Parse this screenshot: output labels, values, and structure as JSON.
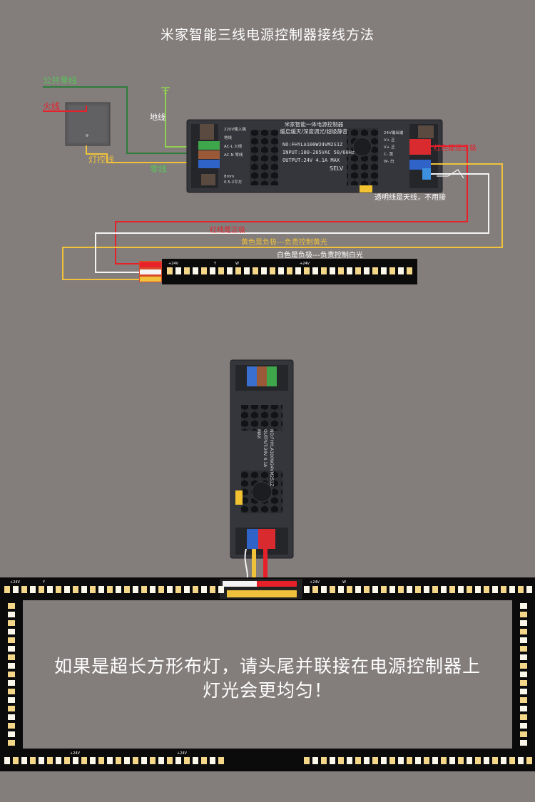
{
  "title": "米家智能三线电源控制器接线方法",
  "wall_labels": {
    "common_neutral": "公共零线",
    "live": "火线",
    "light_control": "灯控线",
    "neutral": "零线",
    "ground": "地线"
  },
  "controller": {
    "name": "米家智能一体电源控制器",
    "features": "缓启缓灭/深度调光/超级静音",
    "model": "NO:FHYLA100W24VM2S1Z",
    "input": "INPUT:180-265VAC  50/60Hz",
    "output": "OUTPUT:24V   4.1A MAX",
    "selv": "SELV",
    "input_header": "220V输入端",
    "input_terminals": [
      "地线",
      "AC-L 火线",
      "AC-N 零线"
    ],
    "output_header": "24V输出端",
    "output_terminals": [
      "V+ 正",
      "V+ 正",
      "C- 黄",
      "W- 白"
    ],
    "strip_length": "8mm",
    "wire_gauge": "0.5-2平方"
  },
  "annotations": {
    "red_positive_top": "红色都是正极",
    "antenna": "透明线是天线，不用接",
    "red_positive": "红线是正极",
    "yellow_negative": "黄色是负极---负责控制黄光",
    "white_negative": "白色是负极---负责控制白光"
  },
  "strip_marks": {
    "voltage": "+24V",
    "yellow_channel": "Y",
    "white_channel": "W"
  },
  "bottom_note": {
    "line1": "如果是超长方形布灯，请头尾并联接在电源控制器上",
    "line2": "灯光会更均匀！"
  },
  "colors": {
    "background": "#837d7c",
    "wire_red": "#e8202a",
    "wire_yellow": "#f0c23c",
    "wire_white": "#f4f4f4",
    "wire_green": "#3aa13a",
    "controller_body": "#34363b",
    "led_warm": "#f5d78a",
    "led_cool": "#fbf7ea"
  }
}
